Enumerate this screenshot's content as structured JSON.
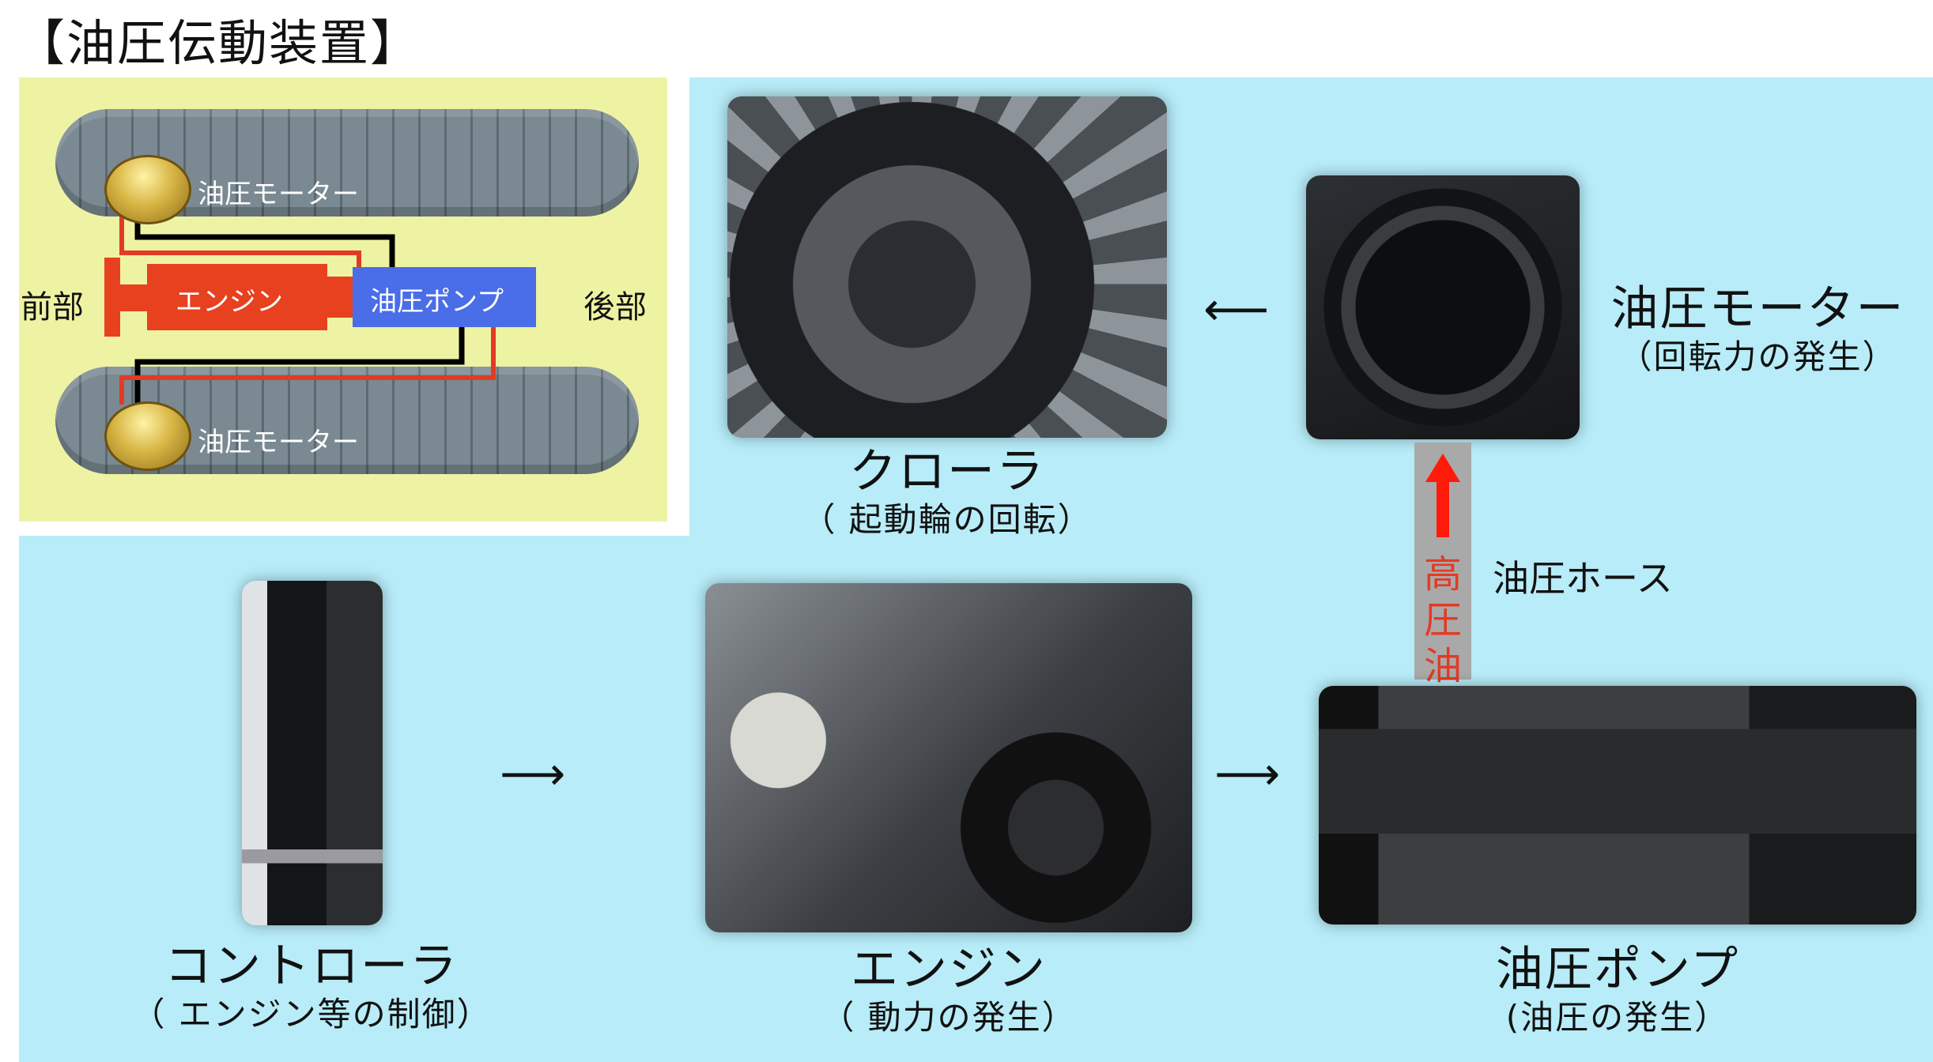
{
  "title": "【油圧伝動装置】",
  "inset": {
    "motor_top_label": "油圧モーター",
    "motor_bottom_label": "油圧モーター",
    "engine_label": "エンジン",
    "pump_label": "油圧ポンプ",
    "front_label": "前部",
    "rear_label": "後部",
    "colors": {
      "background": "#eef3a3",
      "engine": "#e8411f",
      "pump": "#4a6de8",
      "hose_high": "#e23b25",
      "hose_return": "#000000"
    }
  },
  "captions": {
    "crawler": {
      "main": "クローラ",
      "sub": "（ 起動輪の回転）"
    },
    "motor": {
      "main": "油圧モーター",
      "sub": "（回転力の発生）"
    },
    "controller": {
      "main": "コントローラ",
      "sub": "（ エンジン等の制御）"
    },
    "engine": {
      "main": "エンジン",
      "sub": "（ 動力の発生）"
    },
    "pump": {
      "main": "油圧ポンプ",
      "sub": "(油圧の発生）"
    }
  },
  "hose": {
    "vertical_text": "高圧油",
    "label": "油圧ホース"
  },
  "arrows": {
    "controller_to_engine": "⟶",
    "engine_to_pump": "⟶",
    "motor_to_crawler": "⟵",
    "pump_to_motor": "⬆"
  },
  "background_color": "#b7ecf8"
}
